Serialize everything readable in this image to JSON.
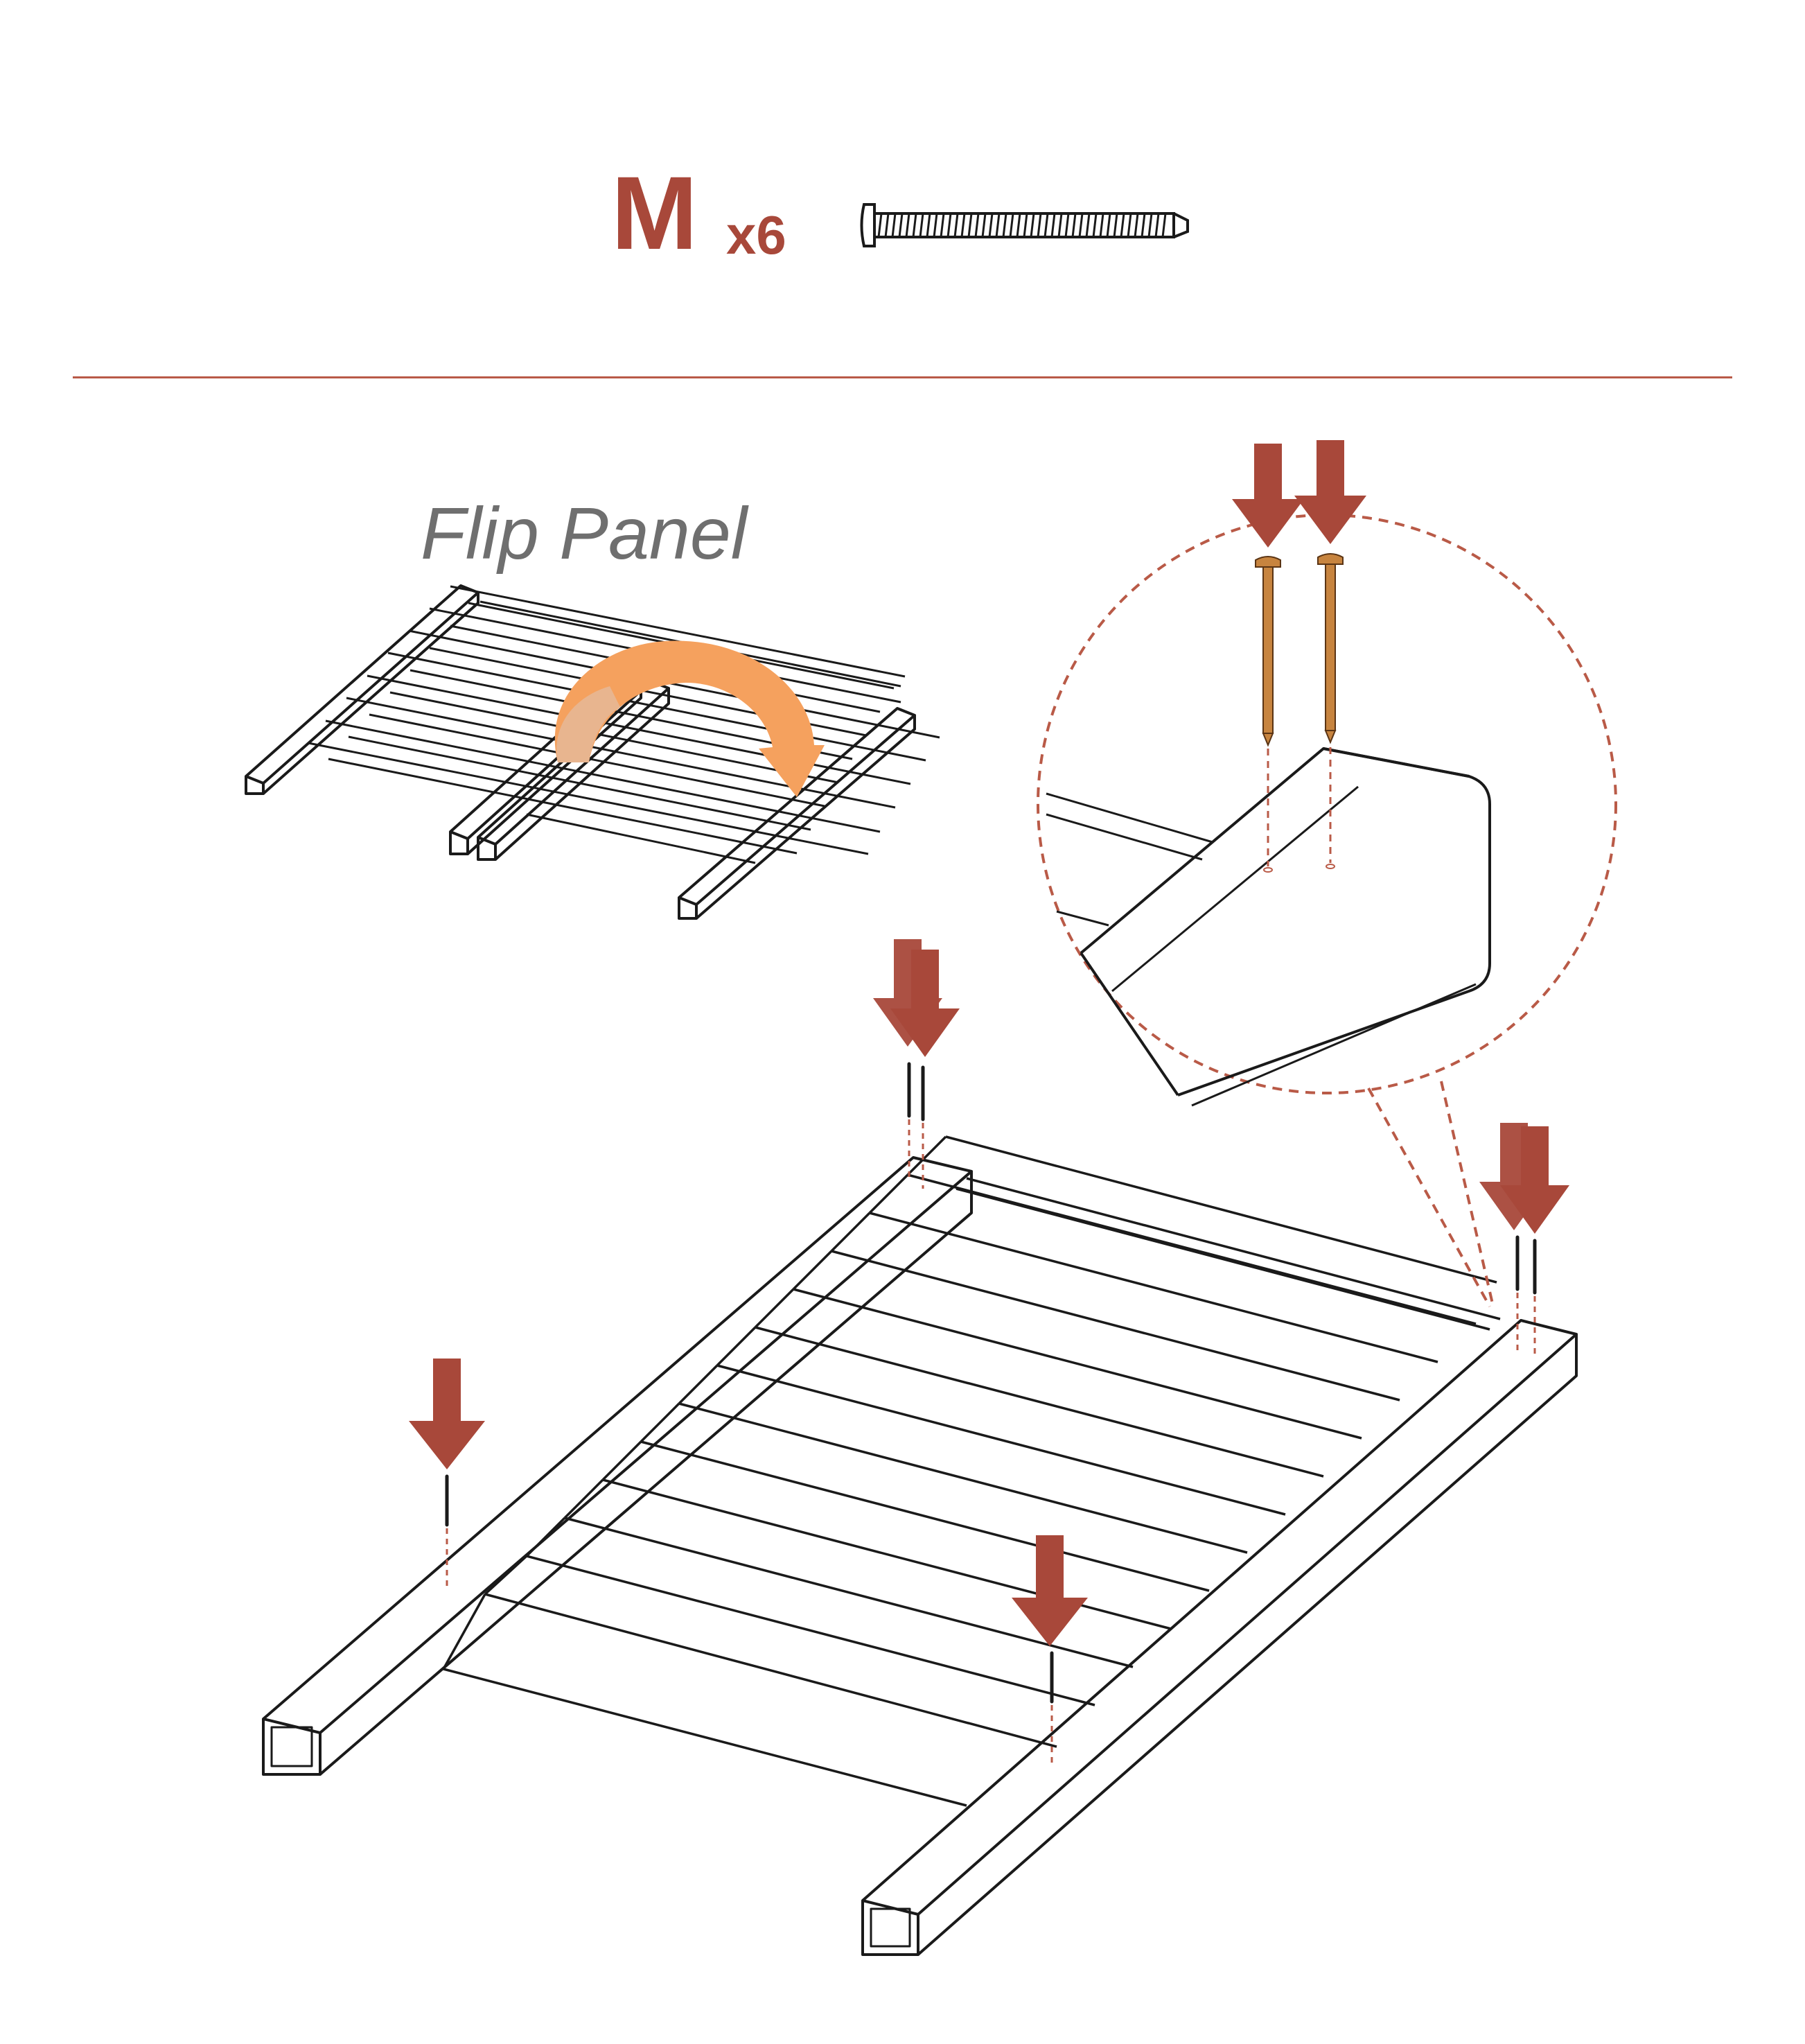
{
  "hardware": {
    "part_letter": "M",
    "quantity": "x6",
    "part_icon": "long-pan-head-screw-icon"
  },
  "instruction": {
    "action_label": "Flip Panel"
  },
  "colors": {
    "accent": "#a8483a",
    "arrow": "#a8483a",
    "divider": "#b95a47",
    "flip_arrow": "#f5a15e",
    "screw_detail": "#c7843f",
    "line_art": "#1a1a1a",
    "label_gray": "#6f6f6f"
  }
}
